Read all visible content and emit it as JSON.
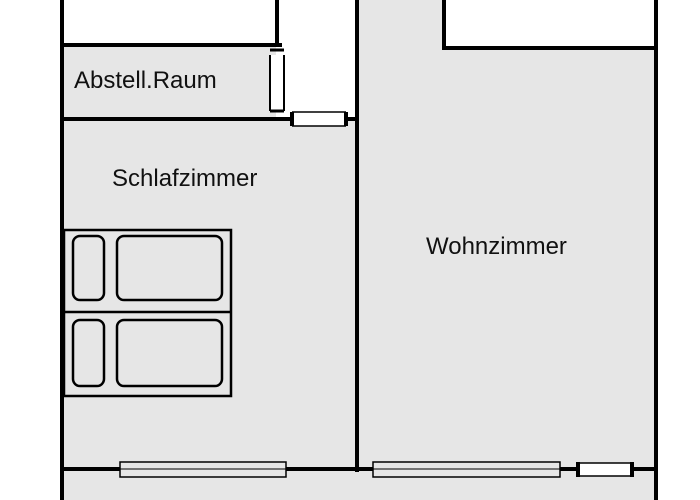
{
  "floor_plan": {
    "rooms": [
      {
        "id": "abstellraum",
        "label": "Abstell.Raum"
      },
      {
        "id": "schlafzimmer",
        "label": "Schlafzimmer"
      },
      {
        "id": "wohnzimmer",
        "label": "Wohnzimmer"
      }
    ],
    "colors": {
      "floor": "#e6e6e6",
      "wall": "#000000",
      "furniture_fill": "#e6e6e6",
      "background": "#ffffff"
    }
  }
}
